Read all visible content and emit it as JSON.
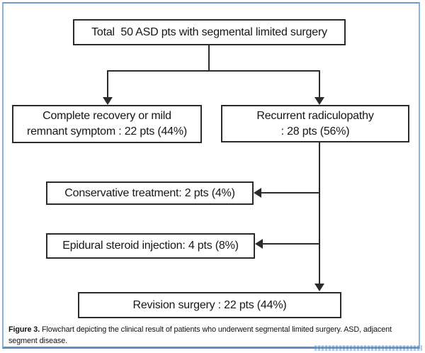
{
  "figure": {
    "caption_label": "Figure 3.",
    "caption_text": "Flowchart depicting the clinical result of patients who underwent segmental limited surgery. ASD, adjacent segment disease."
  },
  "flowchart": {
    "total": {
      "label": "Total  50 ASD pts with segmental limited surgery"
    },
    "recovery": {
      "line1": "Complete recovery or mild",
      "line2": "remnant symptom : 22 pts (44%)"
    },
    "recurrent": {
      "line1": "Recurrent radiculopathy",
      "line2": ": 28 pts (56%)"
    },
    "conservative": {
      "label": "Conservative treatment: 2 pts (4%)"
    },
    "epidural": {
      "label": "Epidural steroid injection: 4 pts (8%)"
    },
    "revision": {
      "label": "Revision surgery : 22 pts (44%)"
    }
  },
  "colors": {
    "frame_blue": "#8ab1de",
    "frame_blue_dark": "#5d90c9",
    "box_border": "#2b2b2b",
    "text": "#161616",
    "background": "#ffffff",
    "watermark_blue": "#5a8cc8"
  }
}
